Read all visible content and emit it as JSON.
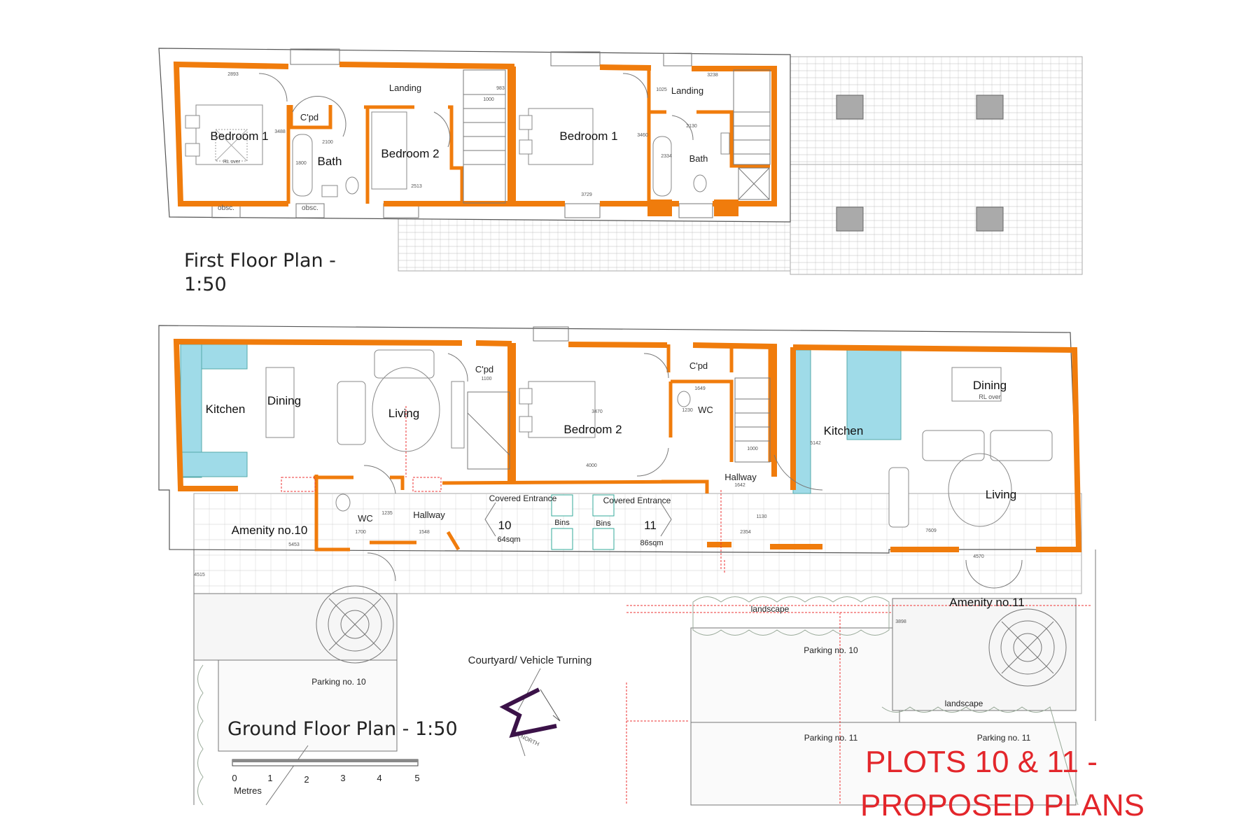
{
  "first_floor": {
    "title_line1": "First Floor Plan -",
    "title_line2": "1:50",
    "plot10": {
      "bedroom1": "Bedroom 1",
      "landing": "Landing",
      "cupboard": "C'pd",
      "bath": "Bath",
      "bedroom2": "Bedroom 2",
      "rl_over": "RL over",
      "obscured1": "obsc.",
      "obscured2": "obsc."
    },
    "plot11": {
      "bedroom1": "Bedroom 1",
      "landing": "Landing",
      "bath": "Bath"
    },
    "dimensions": {
      "d2893": "2893",
      "d3488": "3488",
      "d2100": "2100",
      "d1800": "1800",
      "d2513": "2513",
      "d1000": "1000",
      "d983": "983",
      "d3729": "3729",
      "d3460": "3460",
      "d2334": "2334",
      "d1025": "1025",
      "d3238": "3238",
      "d2130": "2130"
    }
  },
  "ground_floor": {
    "title": "Ground Floor Plan -  1:50",
    "plot10": {
      "kitchen": "Kitchen",
      "dining": "Dining",
      "living": "Living",
      "cupboard": "C'pd",
      "wc": "WC",
      "hallway": "Hallway",
      "amenity": "Amenity no.10",
      "covered_entrance": "Covered Entrance",
      "plot_no": "10",
      "area": "64sqm",
      "parking": "Parking no. 10"
    },
    "plot11": {
      "bedroom2": "Bedroom 2",
      "cupboard": "C'pd",
      "wc": "WC",
      "hallway": "Hallway",
      "kitchen": "Kitchen",
      "dining": "Dining",
      "living": "Living",
      "rl_over": "RL over",
      "covered_entrance": "Covered Entrance",
      "plot_no": "11",
      "area": "86sqm",
      "amenity": "Amenity no.11",
      "parking_a": "Parking no. 11",
      "parking_b": "Parking no. 11"
    },
    "bins_left": "Bins",
    "bins_right": "Bins",
    "courtyard": "Courtyard/ Vehicle Turning",
    "parking_no10_right": "Parking no. 10",
    "landscape_top": "landscape",
    "landscape_right": "landscape",
    "north": "NORTH",
    "dimensions": {
      "d1100": "1100",
      "d3470": "3470",
      "d4000": "4000",
      "d1649": "1649",
      "d1230": "1230",
      "d1000": "1000",
      "d1642": "1642",
      "d1130": "1130",
      "d2354": "2354",
      "d5142": "5142",
      "d7609": "7609",
      "d4570": "4570",
      "d3898": "3898",
      "d5453": "5453",
      "d4515": "4515",
      "d1700": "1700",
      "d1235": "1235",
      "d1548": "1548"
    }
  },
  "scale_bar": {
    "ticks": [
      "0",
      "1",
      "2",
      "3",
      "4",
      "5"
    ],
    "unit": "Metres"
  },
  "sheet_title": {
    "line1": "PLOTS 10 & 11 -",
    "line2": "PROPOSED PLANS"
  },
  "colors": {
    "walls": "#f07c0c",
    "counters": "#9fdbe8",
    "title": "#e3262b",
    "north_arrow": "#3b1248"
  }
}
